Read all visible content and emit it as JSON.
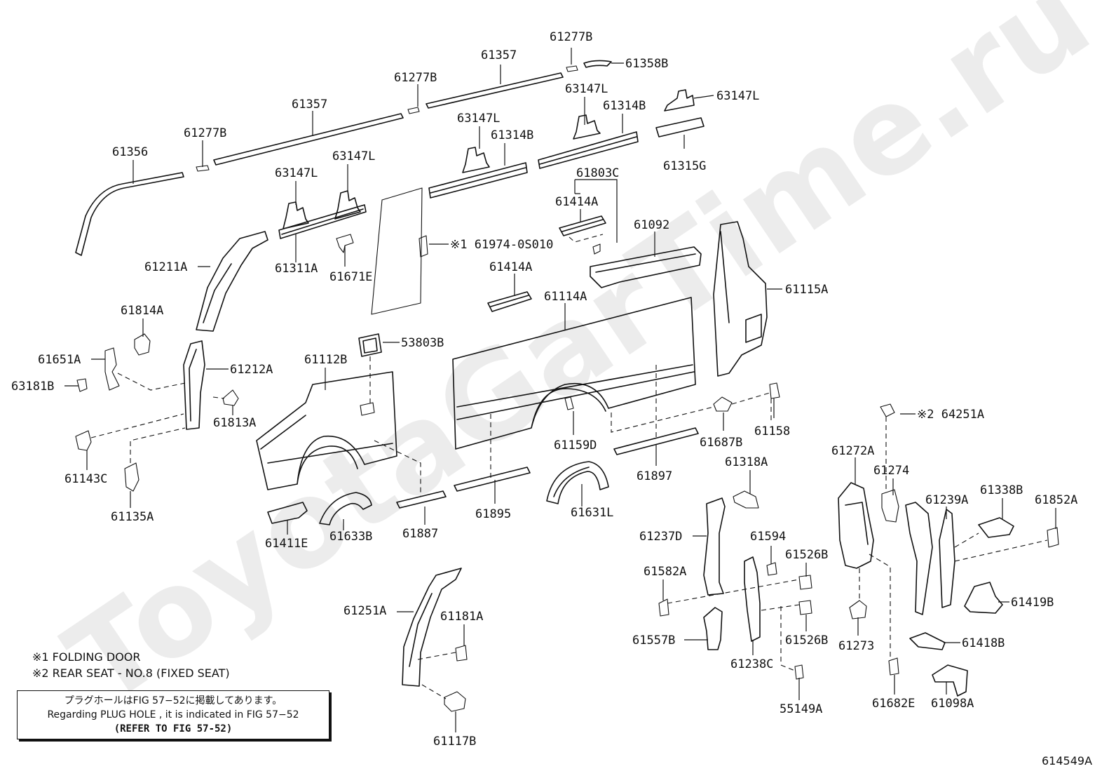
{
  "watermark": "ToyotaGarTime.ru",
  "figure_number": "614549A",
  "labels": {
    "p61277B_a": "61277B",
    "p61357_a": "61357",
    "p61358B": "61358B",
    "p61277B_b": "61277B",
    "p61357_b": "61357",
    "p63147L_a": "63147L",
    "p63147L_b": "63147L",
    "p61314B_a": "61314B",
    "p61277B_c": "61277B",
    "p63147L_c": "63147L",
    "p61314B_b": "61314B",
    "p61315G": "61315G",
    "p61356": "61356",
    "p63147L_d": "63147L",
    "p63147L_e": "63147L",
    "p61803C": "61803C",
    "p61414A_a": "61414A",
    "p61092": "61092",
    "p61974": "※1 61974-0S010",
    "p61211A": "61211A",
    "p61311A": "61311A",
    "p61671E": "61671E",
    "p61414A_b": "61414A",
    "p61115A": "61115A",
    "p61114A": "61114A",
    "p61814A": "61814A",
    "p53803B": "53803B",
    "p61651A": "61651A",
    "p61112B": "61112B",
    "p61212A": "61212A",
    "p63181B": "63181B",
    "p61813A": "61813A",
    "p61158": "61158",
    "p61687B": "61687B",
    "p61159D": "61159D",
    "p64251A": "※2 64251A",
    "p61143C": "61143C",
    "p61897": "61897",
    "p61272A": "61272A",
    "p61318A": "61318A",
    "p61274": "61274",
    "p61135A": "61135A",
    "p61895": "61895",
    "p61631L": "61631L",
    "p61239A": "61239A",
    "p61338B": "61338B",
    "p61852A": "61852A",
    "p61887": "61887",
    "p61411E": "61411E",
    "p61633B": "61633B",
    "p61237D": "61237D",
    "p61594": "61594",
    "p61582A": "61582A",
    "p61526B_a": "61526B",
    "p61419B": "61419B",
    "p61251A": "61251A",
    "p61181A": "61181A",
    "p61557B": "61557B",
    "p61526B_b": "61526B",
    "p61273": "61273",
    "p61418B": "61418B",
    "p61238C": "61238C",
    "p55149A": "55149A",
    "p61682E": "61682E",
    "p61098A": "61098A",
    "p61117B": "61117B"
  },
  "notes": {
    "note1": "※1 FOLDING DOOR",
    "note2": "※2 REAR SEAT - NO.8 (FIXED SEAT)"
  },
  "note_box": {
    "line_jp": "プラグホールはFIG 57−52に掲載してあります。",
    "line_en": "Regarding  PLUG  HOLE , it is indicated in FIG  57−52",
    "line_ref": "(REFER TO FIG 57-52)"
  }
}
